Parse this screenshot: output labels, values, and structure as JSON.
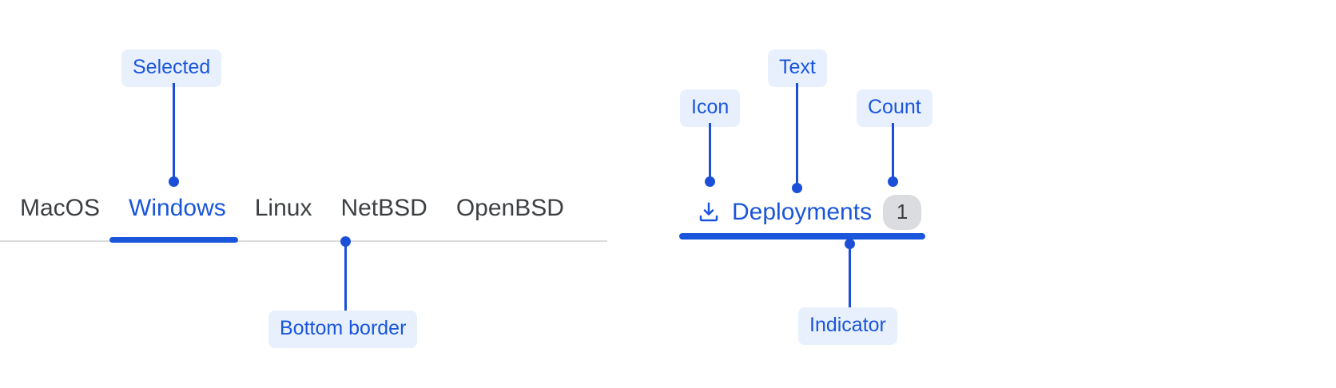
{
  "left_tabs": {
    "items": [
      {
        "label": "MacOS",
        "selected": false
      },
      {
        "label": "Windows",
        "selected": true
      },
      {
        "label": "Linux",
        "selected": false
      },
      {
        "label": "NetBSD",
        "selected": false
      },
      {
        "label": "OpenBSD",
        "selected": false
      }
    ],
    "annotations": {
      "selected": "Selected",
      "bottom_border": "Bottom border"
    }
  },
  "right_tab": {
    "icon_name": "download-icon",
    "label": "Deployments",
    "count": "1",
    "annotations": {
      "icon": "Icon",
      "text": "Text",
      "count": "Count",
      "indicator": "Indicator"
    }
  },
  "colors": {
    "accent": "#1a56db",
    "annotation_text": "#1a56db",
    "annotation_bg": "#e8f0fe",
    "leader_line": "#1b4fd8",
    "tab_text": "#3c4043",
    "rule": "#dcdcdc",
    "badge_bg": "#dadce0",
    "badge_text": "#3c4043",
    "page_bg": "#ffffff"
  }
}
